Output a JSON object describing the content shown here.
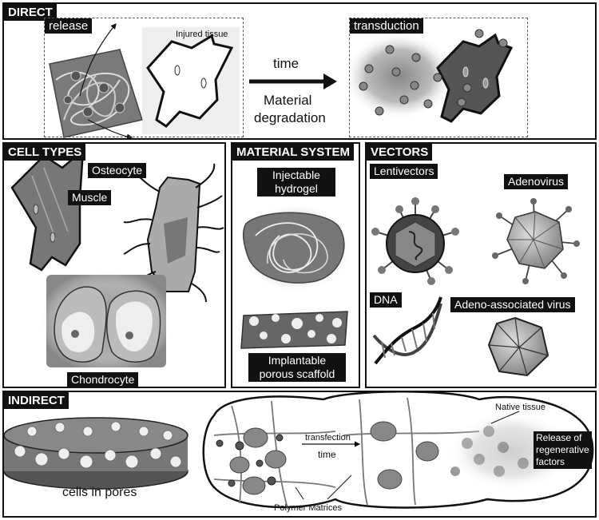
{
  "direct": {
    "title": "DIRECT",
    "release_label": "release",
    "injured_label": "Injured tissue",
    "time_label": "time",
    "material_line1": "Material",
    "material_line2": "degradation",
    "transduction_label": "transduction"
  },
  "cell_types": {
    "title": "CELL TYPES",
    "osteocyte": "Osteocyte",
    "muscle": "Muscle",
    "chondrocyte": "Chondrocyte"
  },
  "material_system": {
    "title": "MATERIAL SYSTEM",
    "injectable_line1": "Injectable",
    "injectable_line2": "hydrogel",
    "implantable_line1": "Implantable",
    "implantable_line2": "porous scaffold"
  },
  "vectors": {
    "title": "VECTORS",
    "lentivectors": "Lentivectors",
    "adenovirus": "Adenovirus",
    "dna": "DNA",
    "aav": "Adeno-associated virus"
  },
  "indirect": {
    "title": "INDIRECT",
    "cells_in_pores": "cells in pores",
    "transfection": "transfection",
    "time": "time",
    "native_tissue": "Native tissue",
    "release_line1": "Release of",
    "release_line2": "regenerative",
    "release_line3": "factors",
    "polymer_matrices": "Polymer Matrices"
  }
}
